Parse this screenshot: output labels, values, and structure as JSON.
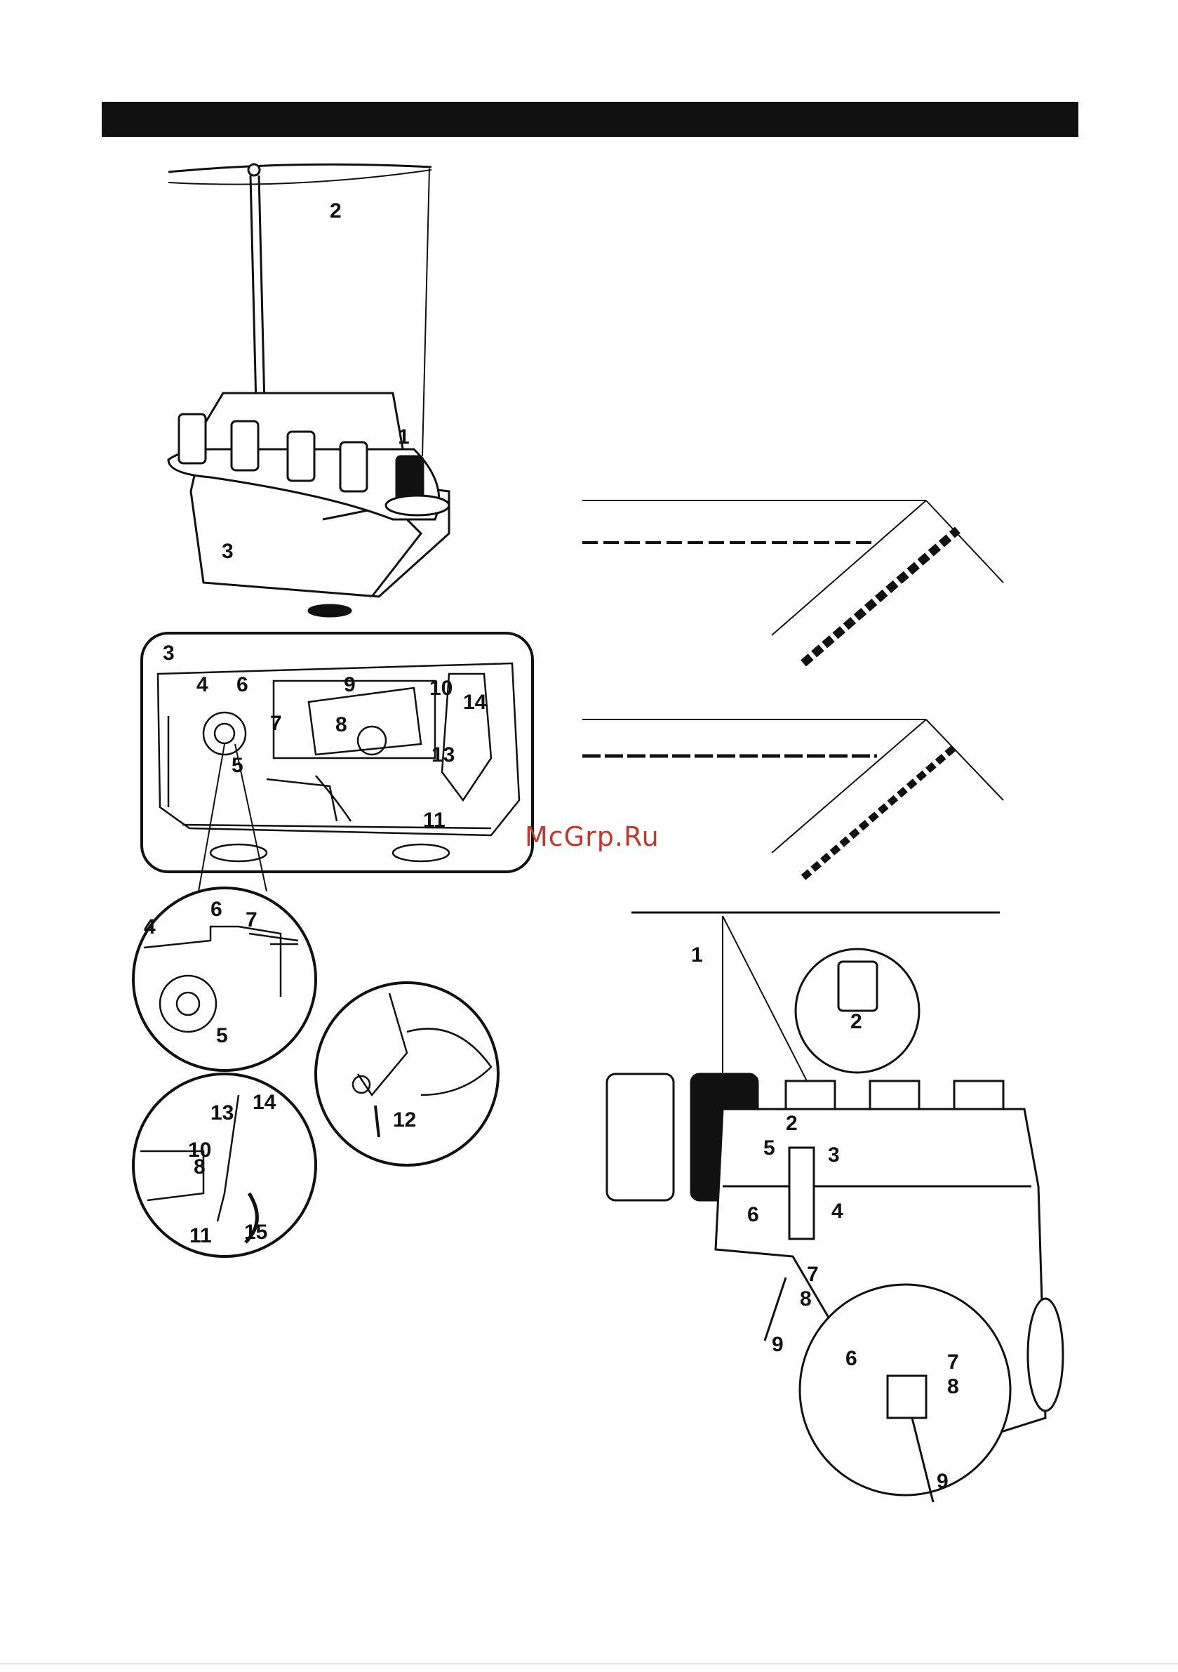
{
  "header": {
    "title": ""
  },
  "watermark": "McGrp.Ru",
  "figures": {
    "fig_stand": {
      "labels": [
        "1",
        "2",
        "3"
      ]
    },
    "fig_threading": {
      "labels": [
        "3",
        "4",
        "6",
        "9",
        "10",
        "14",
        "7",
        "8",
        "5",
        "13",
        "11"
      ]
    },
    "fig_detail_a": {
      "labels": [
        "4",
        "6",
        "7",
        "5"
      ]
    },
    "fig_detail_b": {
      "labels": [
        "12"
      ]
    },
    "fig_detail_c": {
      "labels": [
        "13",
        "14",
        "10",
        "8",
        "11",
        "15"
      ]
    },
    "fig_machine": {
      "labels": [
        "1",
        "2",
        "2",
        "5",
        "3",
        "6",
        "4",
        "7",
        "8",
        "9",
        "6",
        "7",
        "8",
        "9"
      ]
    }
  },
  "icons": [
    "thread-stand-icon",
    "serger-icon",
    "seam-icon",
    "arrow-icon"
  ]
}
